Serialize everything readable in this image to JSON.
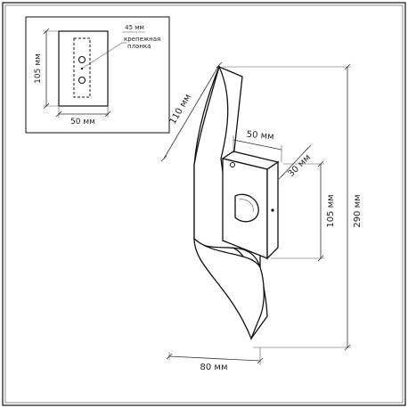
{
  "inset": {
    "height_label": "105 мм",
    "width_label": "50 мм",
    "spacing_label": "45 мм",
    "bracket_label_line1": "крепежная",
    "bracket_label_line2": "планка"
  },
  "main": {
    "blade_length_label": "110 мм",
    "base_width_label": "50 мм",
    "base_depth_label": "30 мм",
    "base_height_label": "105 мм",
    "total_height_label": "290 мм",
    "bottom_width_label": "80 мм"
  },
  "colors": {
    "stroke": "#111111",
    "background": "#ffffff"
  }
}
